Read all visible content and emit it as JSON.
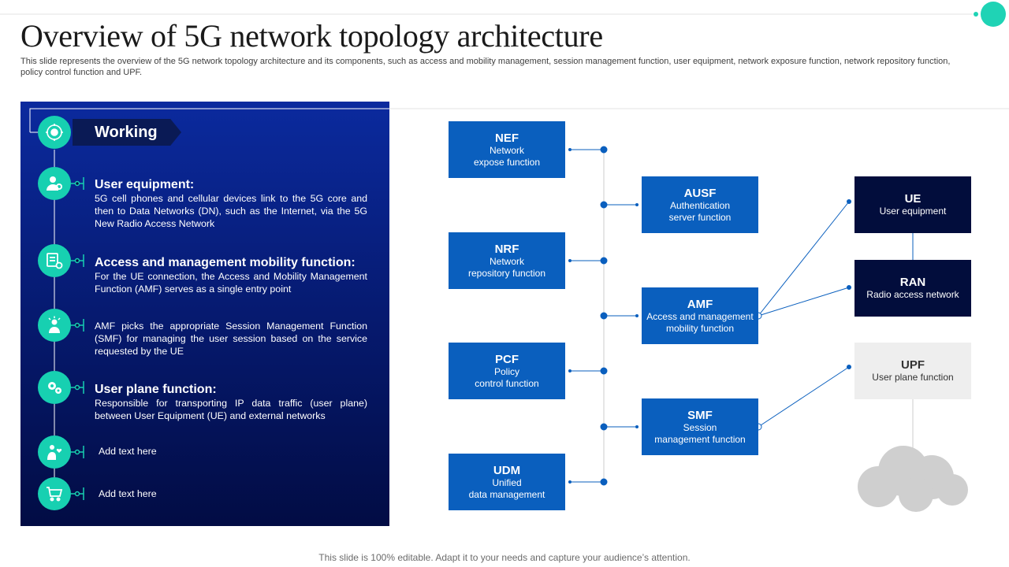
{
  "header": {
    "title": "Overview of 5G network topology architecture",
    "subtitle": "This slide represents the overview of the 5G network topology architecture and its components, such as access and mobility management, session management function, user equipment, network exposure function, network repository function, policy control function and UPF."
  },
  "colors": {
    "accent": "#17d0b1",
    "panel_top": "#0b2a9e",
    "panel_bottom": "#020c44",
    "box_blue": "#0a5fbe",
    "box_dark": "#020d3c",
    "box_light": "#eeeeee",
    "connector": "#0a5fbe"
  },
  "working": {
    "title": "Working",
    "title_icon": "network-hub-icon",
    "items": [
      {
        "icon": "user-settings-icon",
        "heading": "User equipment:",
        "body": "5G cell phones and cellular devices link to the 5G core and then to Data Networks (DN), such as the Internet, via the 5G New Radio Access Network"
      },
      {
        "icon": "device-gear-icon",
        "heading": "Access and management mobility function:",
        "body": "For the UE connection, the Access and Mobility Management Function (AMF) serves as a single entry point"
      },
      {
        "icon": "idea-person-icon",
        "heading": "",
        "body": "AMF picks the appropriate Session Management Function (SMF) for managing the user session based on the service requested by the UE"
      },
      {
        "icon": "gears-icon",
        "heading": "User plane function:",
        "body": "Responsible for transporting IP data traffic (user plane) between User Equipment (UE) and external networks"
      },
      {
        "icon": "person-heart-icon",
        "heading": "",
        "body": "Add text here"
      },
      {
        "icon": "cart-icon",
        "heading": "",
        "body": "Add text here"
      }
    ]
  },
  "diagram": {
    "left_column": [
      {
        "id": "nef",
        "title": "NEF",
        "subtitle_lines": [
          "Network",
          "expose function"
        ]
      },
      {
        "id": "nrf",
        "title": "NRF",
        "subtitle_lines": [
          "Network",
          "repository function"
        ]
      },
      {
        "id": "pcf",
        "title": "PCF",
        "subtitle_lines": [
          "Policy",
          "control function"
        ]
      },
      {
        "id": "udm",
        "title": "UDM",
        "subtitle_lines": [
          "Unified",
          "data management"
        ]
      }
    ],
    "middle_column": [
      {
        "id": "ausf",
        "title": "AUSF",
        "subtitle_lines": [
          "Authentication",
          "server function"
        ]
      },
      {
        "id": "amf",
        "title": "AMF",
        "subtitle_lines": [
          "Access and management",
          "mobility function"
        ]
      },
      {
        "id": "smf",
        "title": "SMF",
        "subtitle_lines": [
          "Session",
          "management function"
        ]
      }
    ],
    "right_column": [
      {
        "id": "ue",
        "title": "UE",
        "subtitle_lines": [
          "User equipment"
        ],
        "style": "dark"
      },
      {
        "id": "ran",
        "title": "RAN",
        "subtitle_lines": [
          "Radio access network"
        ],
        "style": "dark"
      },
      {
        "id": "upf",
        "title": "UPF",
        "subtitle_lines": [
          "User plane function"
        ],
        "style": "light"
      }
    ],
    "connections": [
      [
        "amf",
        "ue"
      ],
      [
        "amf",
        "ran"
      ],
      [
        "smf",
        "upf"
      ],
      [
        "ue",
        "ran"
      ],
      [
        "upf",
        "cloud"
      ]
    ],
    "cloud_icon": "cloud-icon"
  },
  "footer": {
    "text": "This slide is 100% editable. Adapt it to your needs and capture your audience’s attention."
  }
}
